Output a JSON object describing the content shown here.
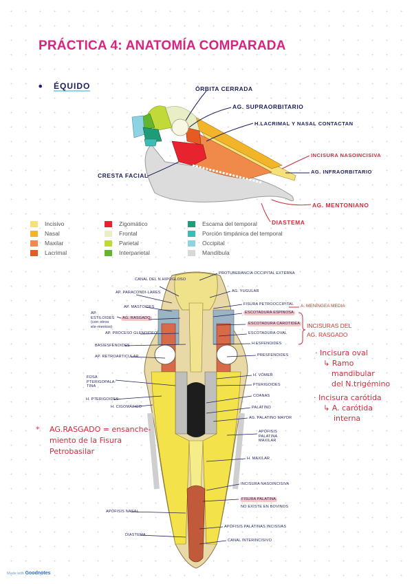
{
  "title": "PRÁCTICA 4: ANATOMÍA COMPARADA",
  "section": {
    "bullet": "•",
    "label": "ÉQUIDO"
  },
  "lateral_labels": {
    "orbita": "ÓRBITA CERRADA",
    "supraorbitario": "AG. SUPRAORBITARIO",
    "lacrimal_nasal": "H.LACRIMAL Y NASAL CONTACTAN",
    "incisura": "INCISURA NASOINCISIVA",
    "infraorbitario": "AG. INFRAORBITARIO",
    "cresta": "CRESTA FACIAL",
    "mentoniano": "AG. MENTONIANO",
    "diastema": "DIASTEMA"
  },
  "legend": [
    {
      "label": "Incisivo",
      "color": "#f5e07a"
    },
    {
      "label": "Nasal",
      "color": "#f2b428"
    },
    {
      "label": "Maxilar",
      "color": "#f08a4b"
    },
    {
      "label": "Lacrimal",
      "color": "#e45b24"
    },
    {
      "label": "Zigomático",
      "color": "#e6232f"
    },
    {
      "label": "Frontal",
      "color": "#e9eec6"
    },
    {
      "label": "Parietal",
      "color": "#c2d93a"
    },
    {
      "label": "Interparietal",
      "color": "#63b52e"
    },
    {
      "label": "Escama del temporal",
      "color": "#1f9b78"
    },
    {
      "label": "Porción timpánica del temporal",
      "color": "#3bbcb5"
    },
    {
      "label": "Occipital",
      "color": "#8ed3e3"
    },
    {
      "label": "Mandíbula",
      "color": "#d8d8d8"
    }
  ],
  "ventral_labels": {
    "protuberancia": "PROTUBERANCIA OCCIPITAL EXTERNA",
    "canal_hipogloso": "CANAL DEL N.HIPOGLOSO",
    "paracondilares": "AP. PARACONDI-LARES",
    "yugular": "AG. YUGULAR",
    "mastoides": "AP. MASTOIDES",
    "fisura_petro": "FISURA PETROOCCIPITAL",
    "estiloides": "AP. ESTILOIDES (con otros ele-mentos)",
    "rasgado": "AG. RASGADO",
    "escotadura_espinosa": "ESCOTADURA ESPINOSA",
    "escotadura_carotida": "ESCOTADURA CAROTIDEA",
    "escotadura_oval": "ESCOTADURA OVAL",
    "proc_glenoideo": "AP. PROCESO GLENOIDEO",
    "basiesfenoides": "BASIESFENOIDES",
    "h_esfenoides": "H.ESFENOIDES",
    "retroarticular": "AP. RETROARTICULAR",
    "presfenoides": "PRESFENOIDES",
    "fosa_pterigo": "FOSA PTERIGOPALA-TINA",
    "h_vomer": "H. VÓMER",
    "pterigoides_r": "PTERIGOIDES",
    "coanas": "COANAS",
    "h_pterigoides": "H. PTERIGOIDES",
    "palatino": "PALATINO",
    "h_cigomatico": "H. CIGOMÁTICO",
    "palatino_mayor": "AG. PALATINO MAYOR",
    "apofisis_palatina": "APÓFISIS PALATINA MAXILAR",
    "h_maxilar": "H. MAXILAR",
    "incisura_naso": "INCISURA NASOINCISIVA",
    "fisura_palatina": "FISURA PALATINA",
    "no_existe": "NO EXISTE EN BOVINOS",
    "apofisis_nasal": "APÓFISIS NASAL",
    "apofisis_palatinas_incisivas": "APÓFISIS PALATINAS INCISIVAS",
    "diastema": "DIASTEMA",
    "canal_interincisivo": "CANAL INTERINCISIVO",
    "meningea": "A. MENÍNGEA MEDIA",
    "incisuras_l1": "INCISURAS DEL",
    "incisuras_l2": "AG. RASGADO"
  },
  "notes": {
    "oval_bullet": "· Incisura oval",
    "oval_sub1": "↳ Ramo",
    "oval_sub2": "mandibular",
    "oval_sub3": "del N.trigémino",
    "carot_bullet": "· Incisura carótida",
    "carot_sub1": "↳ A. carótida",
    "carot_sub2": "interna",
    "asterisk": "*",
    "rasgado_l1": "AG.RASGADO = ensanche-",
    "rasgado_l2": "miento de la Fisura",
    "rasgado_l3": "Petrobasilar"
  },
  "footer": {
    "pre": "Made with",
    "brand": "Goodnotes"
  }
}
